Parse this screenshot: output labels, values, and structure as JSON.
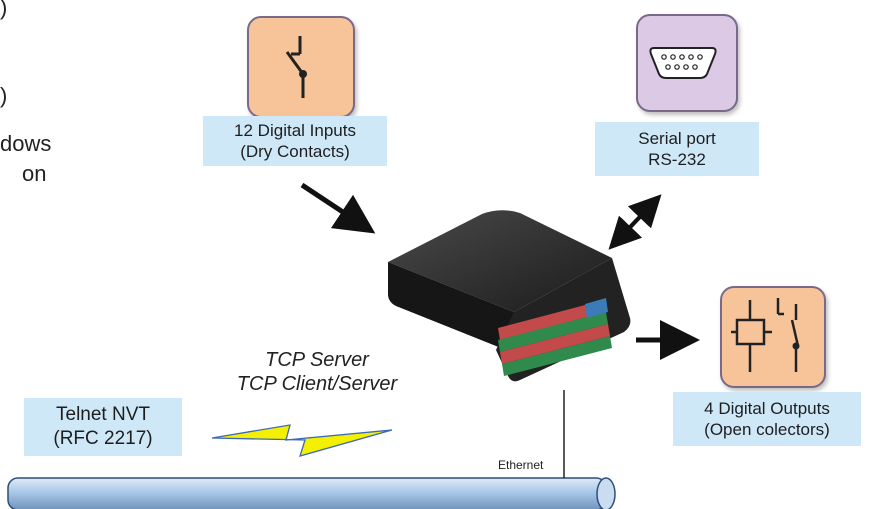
{
  "fragments": {
    "line1": ")",
    "line2": ")",
    "line3": "dows",
    "line4": "on"
  },
  "inputs": {
    "line1": "12 Digital Inputs",
    "line2": "(Dry Contacts)"
  },
  "serial": {
    "line1": "Serial port",
    "line2": "RS-232"
  },
  "outputs": {
    "line1": "4 Digital Outputs",
    "line2": "(Open colectors)"
  },
  "telnet": {
    "line1": "Telnet NVT",
    "line2": "(RFC 2217)"
  },
  "tcp": {
    "line1": "TCP Server",
    "line2": "TCP Client/Server"
  },
  "network": {
    "label": "Ethernet"
  },
  "colors": {
    "label_bg": "#cfe8f7",
    "switch_icon_bg": "#f7c49a",
    "serial_icon_bg": "#dcc9e6",
    "relay_icon_bg": "#f7c49a",
    "lightning": "#f4f000",
    "device_body": "#1d1d1d",
    "pipe": "#a8c7e8"
  }
}
